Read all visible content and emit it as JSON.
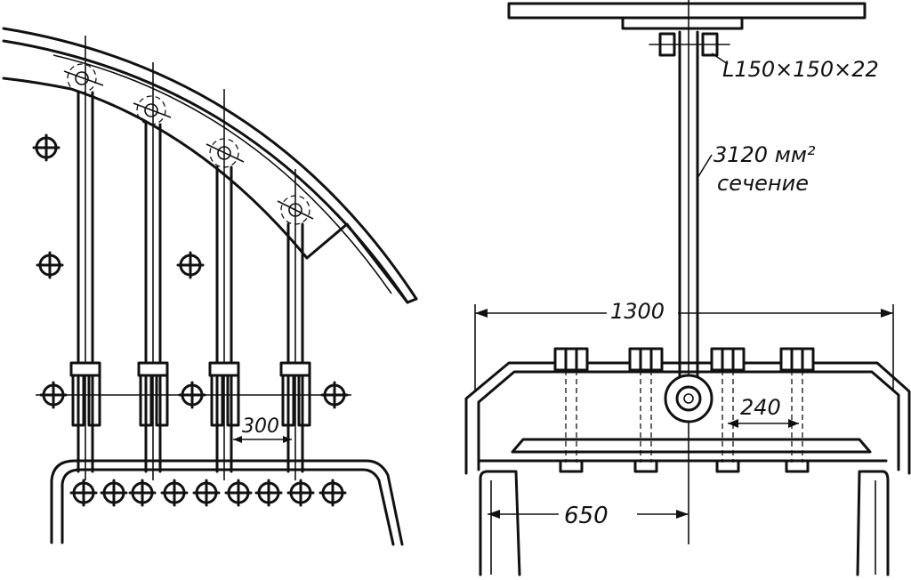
{
  "labels": {
    "angle_profile": "L150×150×22",
    "section_value": "3120 мм²",
    "section_word": "сечение",
    "dim_1300": "1300",
    "dim_240": "240",
    "dim_300": "300",
    "dim_650": "650"
  },
  "colors": {
    "ink": "#111111",
    "paper": "#ffffff"
  }
}
